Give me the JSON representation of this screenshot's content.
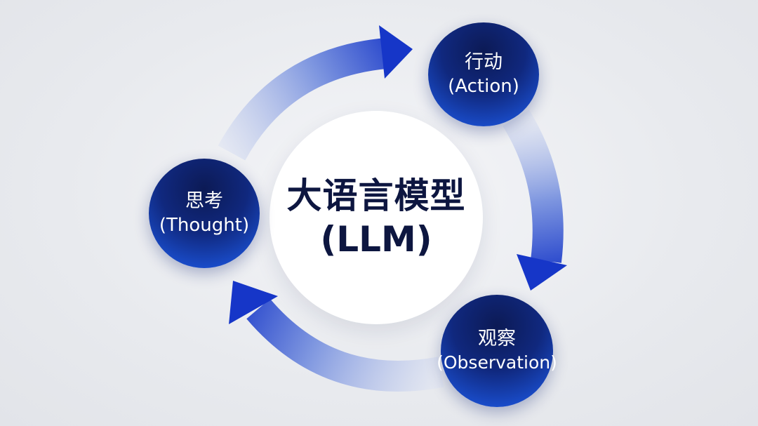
{
  "center": {
    "title_zh": "大语言模型",
    "title_en": "(LLM)"
  },
  "nodes": {
    "action": {
      "zh": "行动",
      "en": "(Action)"
    },
    "observation": {
      "zh": "观察",
      "en": "(Observation)"
    },
    "thought": {
      "zh": "思考",
      "en": "(Thought)"
    }
  },
  "colors": {
    "background": "#e9ebef",
    "node_dark": "#0c1a55",
    "node_light": "#2a63e6",
    "arrow_dark": "#1636c8",
    "arrow_light": "#dfe4f2",
    "center_text": "#0d1640"
  }
}
